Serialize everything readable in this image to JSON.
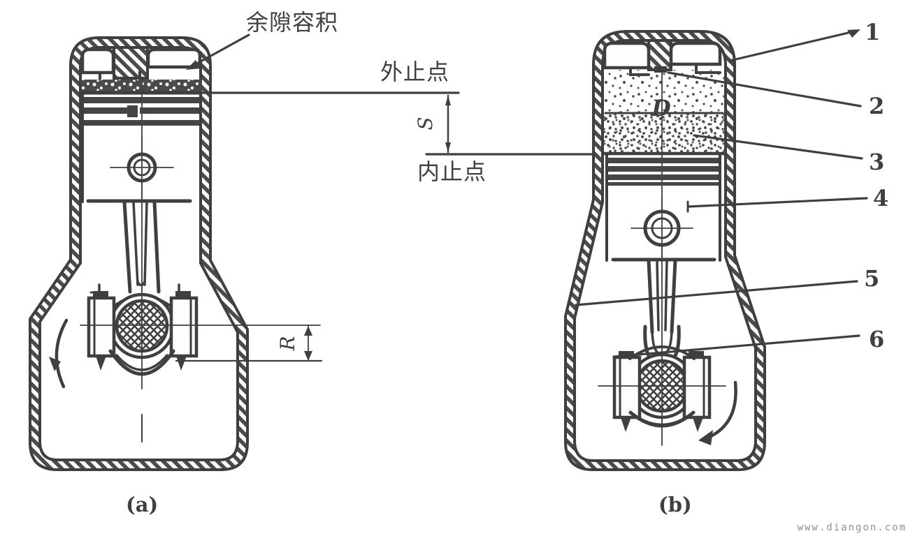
{
  "figure": {
    "type": "engine-cylinder-cross-section-diagram",
    "captions": {
      "left": "(a)",
      "right": "(b)"
    },
    "labels": {
      "clearance_volume": "余隙容积",
      "outer_dead_point": "外止点",
      "inner_dead_point": "内止点",
      "stroke_symbol": "S",
      "crank_radius_symbol": "R",
      "bore_symbol": "D"
    },
    "callouts": {
      "n1": "1",
      "n2": "2",
      "n3": "3",
      "n4": "4",
      "n5": "5",
      "n6": "6"
    },
    "watermark": "www.diangon.com",
    "colors": {
      "ink": "#3f3f3f",
      "paper": "#ffffff",
      "watermark_gray": "#8f8f8f"
    }
  }
}
